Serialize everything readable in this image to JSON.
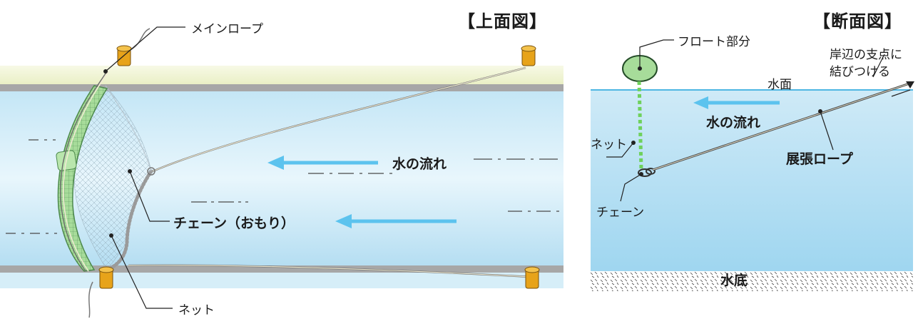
{
  "top_view": {
    "title": "【上面図】",
    "labels": {
      "main_rope": "メインロープ",
      "water_flow": "水の流れ",
      "chain": "チェーン（おもり）",
      "net": "ネット"
    }
  },
  "cross_section": {
    "title": "【断面図】",
    "labels": {
      "float": "フロート部分",
      "shore_line1": "岸辺の支点に",
      "shore_line2": "結びつける",
      "water_surface": "水面",
      "water_flow": "水の流れ",
      "net": "ネット",
      "tension_rope": "展張ロープ",
      "chain": "チェーン",
      "bottom": "水底"
    }
  },
  "colors": {
    "water_light": "#d2ecf7",
    "water_mid": "#a9dbf2",
    "arrow": "#5cc3ee",
    "bank_top": "#eef3cc",
    "wall": "#a5a5a5",
    "float_green": "#a7dc9a",
    "net_dots": "#6fd15c",
    "post_orange": "#e7a31a"
  }
}
